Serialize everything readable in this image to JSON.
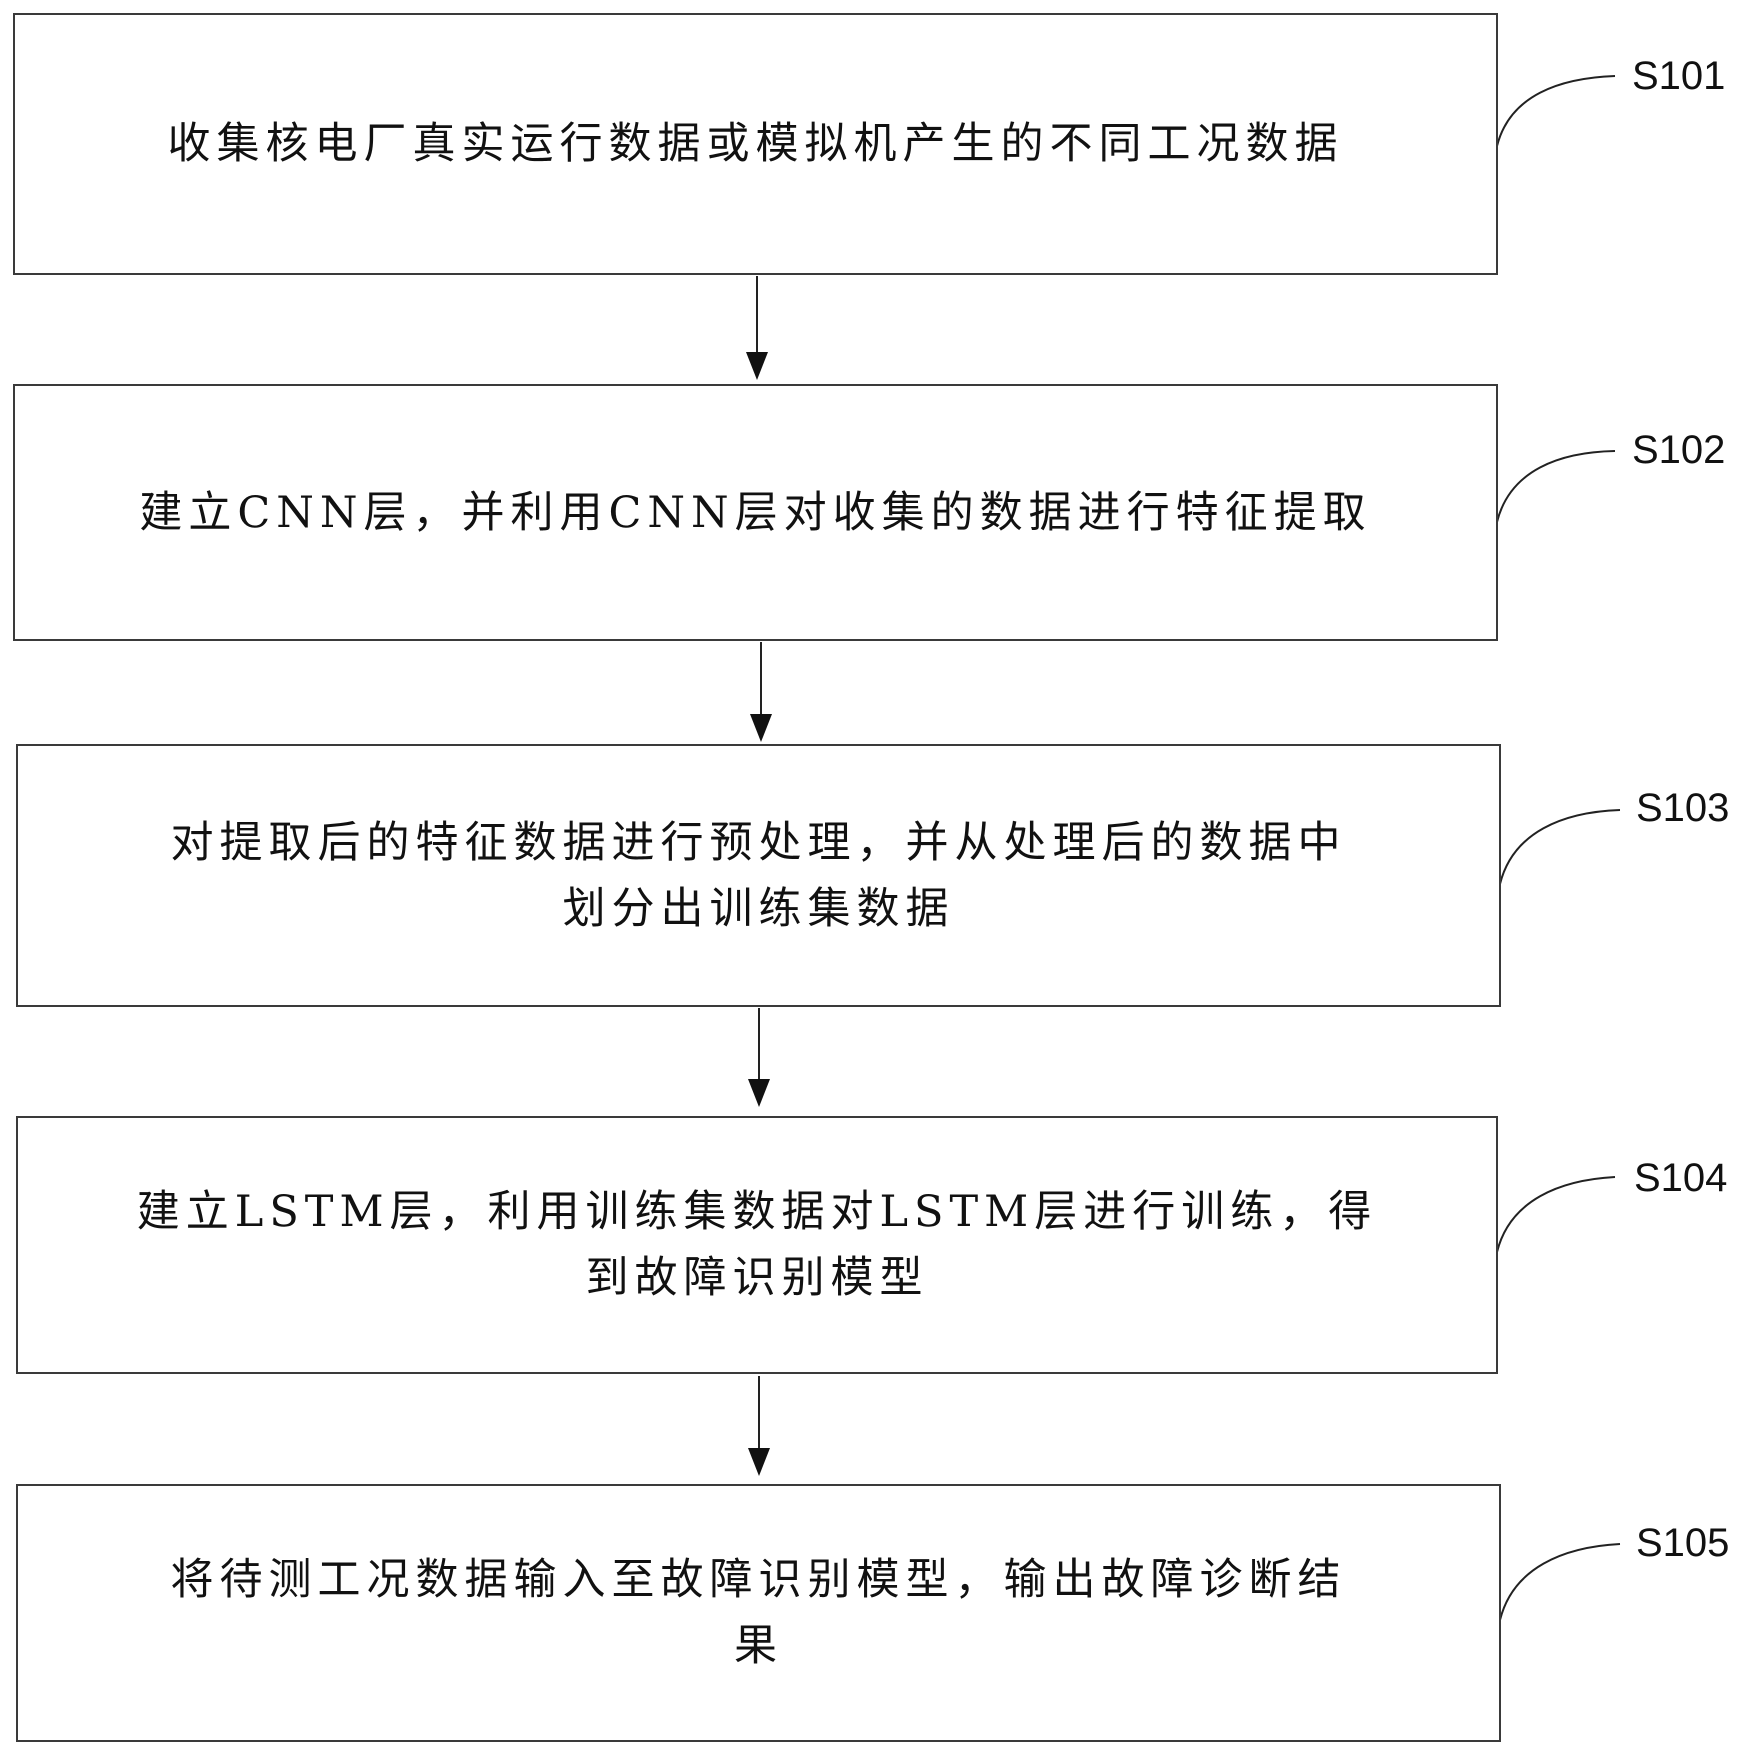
{
  "steps": [
    {
      "id": "S101",
      "text": "收集核电厂真实运行数据或模拟机产生的不同工况数据"
    },
    {
      "id": "S102",
      "text": "建立CNN层，并利用CNN层对收集的数据进行特征提取"
    },
    {
      "id": "S103",
      "text": "对提取后的特征数据进行预处理，并从处理后的数据中\n划分出训练集数据"
    },
    {
      "id": "S104",
      "text": "建立LSTM层，利用训练集数据对LSTM层进行训练，得\n到故障识别模型"
    },
    {
      "id": "S105",
      "text": "将待测工况数据输入至故障识别模型，输出故障诊断结\n果"
    }
  ]
}
